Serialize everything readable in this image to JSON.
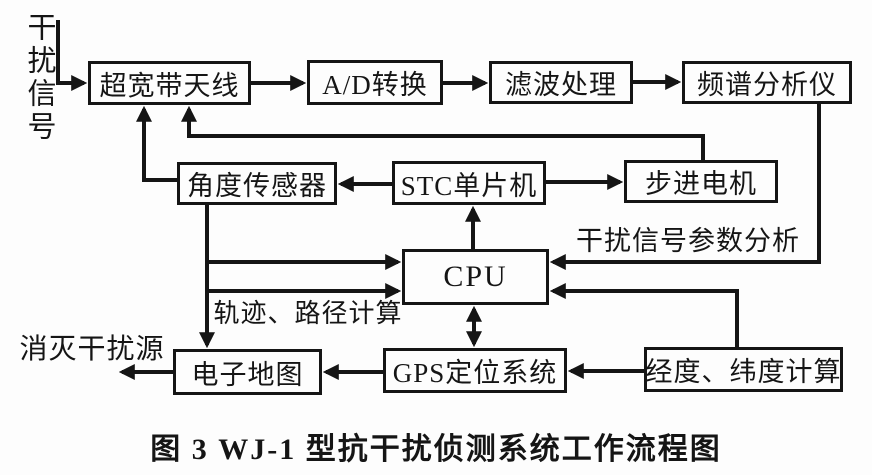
{
  "diagram": {
    "source_label": "干扰信号",
    "output_label": "消灭干扰源",
    "caption": "图 3  WJ-1 型抗干扰侦测系统工作流程图",
    "nodes": {
      "antenna": "超宽带天线",
      "adc": "A/D转换",
      "filter": "滤波处理",
      "spectrum": "频谱分析仪",
      "angle_sensor": "角度传感器",
      "stc_mcu": "STC单片机",
      "stepper_motor": "步进电机",
      "cpu": "CPU",
      "electronic_map": "电子地图",
      "gps": "GPS定位系统",
      "lonlat": "经度、纬度计算"
    },
    "edge_labels": {
      "param_analysis": "干扰信号参数分析",
      "trajectory": "轨迹、路径计算"
    },
    "edges": [
      {
        "from": "干扰信号",
        "to": "超宽带天线"
      },
      {
        "from": "超宽带天线",
        "to": "A/D转换"
      },
      {
        "from": "A/D转换",
        "to": "滤波处理"
      },
      {
        "from": "滤波处理",
        "to": "频谱分析仪"
      },
      {
        "from": "频谱分析仪",
        "to": "CPU",
        "label": "干扰信号参数分析"
      },
      {
        "from": "角度传感器",
        "to": "超宽带天线"
      },
      {
        "from": "步进电机",
        "to": "超宽带天线"
      },
      {
        "from": "STC单片机",
        "to": "角度传感器"
      },
      {
        "from": "STC单片机",
        "to": "步进电机"
      },
      {
        "from": "CPU",
        "to": "STC单片机"
      },
      {
        "from": "角度传感器",
        "to": "CPU"
      },
      {
        "from": "角度传感器",
        "to": "CPU"
      },
      {
        "from": "角度传感器",
        "to": "电子地图",
        "label": "轨迹、路径计算"
      },
      {
        "from": "经度、纬度计算",
        "to": "CPU"
      },
      {
        "from": "CPU",
        "to": "GPS定位系统",
        "bidirectional": true
      },
      {
        "from": "经度、纬度计算",
        "to": "GPS定位系统"
      },
      {
        "from": "GPS定位系统",
        "to": "电子地图"
      },
      {
        "from": "电子地图",
        "to": "消灭干扰源"
      }
    ],
    "colors": {
      "ink": "#151515",
      "background": "#fdfdfd"
    }
  }
}
